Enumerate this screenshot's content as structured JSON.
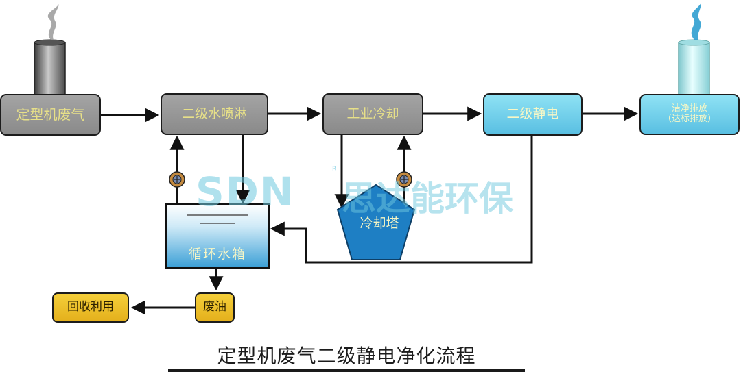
{
  "nodes": {
    "source": "定型机废气",
    "spray": "二级水喷淋",
    "cooling": "工业冷却",
    "electrostatic": "二级静电",
    "discharge_line1": "洁净排放",
    "discharge_line2": "（达标排放）",
    "tank": "循环水箱",
    "tower": "冷却塔",
    "waste_oil": "废油",
    "recycle": "回收利用"
  },
  "watermark": {
    "latin": "SDN",
    "chinese": "思达能环保",
    "mark": "R"
  },
  "caption": "定型机废气二级静电净化流程",
  "colors": {
    "gray_box": "#999999",
    "cyan_box": "#6fd0ec",
    "gold_box": "#edc02b",
    "tank_water": "#4fb3de",
    "tower": "#1e7fc4",
    "line": "#111111"
  }
}
